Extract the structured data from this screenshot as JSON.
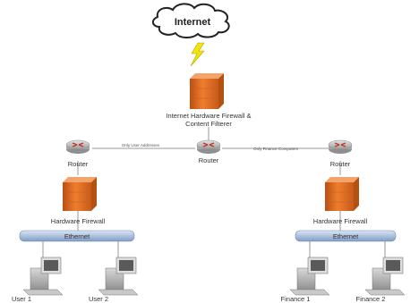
{
  "diagram": {
    "internet": {
      "label": "Internet"
    },
    "main_firewall": {
      "label_line1": "Internet Hardware Firewall &",
      "label_line2": "Content Filterer"
    },
    "center_router": {
      "label": "Router"
    },
    "left_router": {
      "label": "Router"
    },
    "right_router": {
      "label": "Router"
    },
    "left_link": {
      "label": "Only User Addresses"
    },
    "right_link": {
      "label": "Only Finance Computers"
    },
    "left_firewall": {
      "label": "Hardware Firewall"
    },
    "right_firewall": {
      "label": "Hardware Firewall"
    },
    "left_switch": {
      "label": "Ethernet"
    },
    "right_switch": {
      "label": "Ethernet"
    },
    "computers": [
      {
        "label": "User 1"
      },
      {
        "label": "User 2"
      },
      {
        "label": "Finance 1"
      },
      {
        "label": "Finance 2"
      }
    ]
  },
  "colors": {
    "firewall": "#e8742a",
    "router": "#b0b0b0",
    "router_arrows": "#c0392b",
    "switch": "#9fb8d8",
    "link_line": "#999999",
    "lightning": "#f2e30a"
  }
}
